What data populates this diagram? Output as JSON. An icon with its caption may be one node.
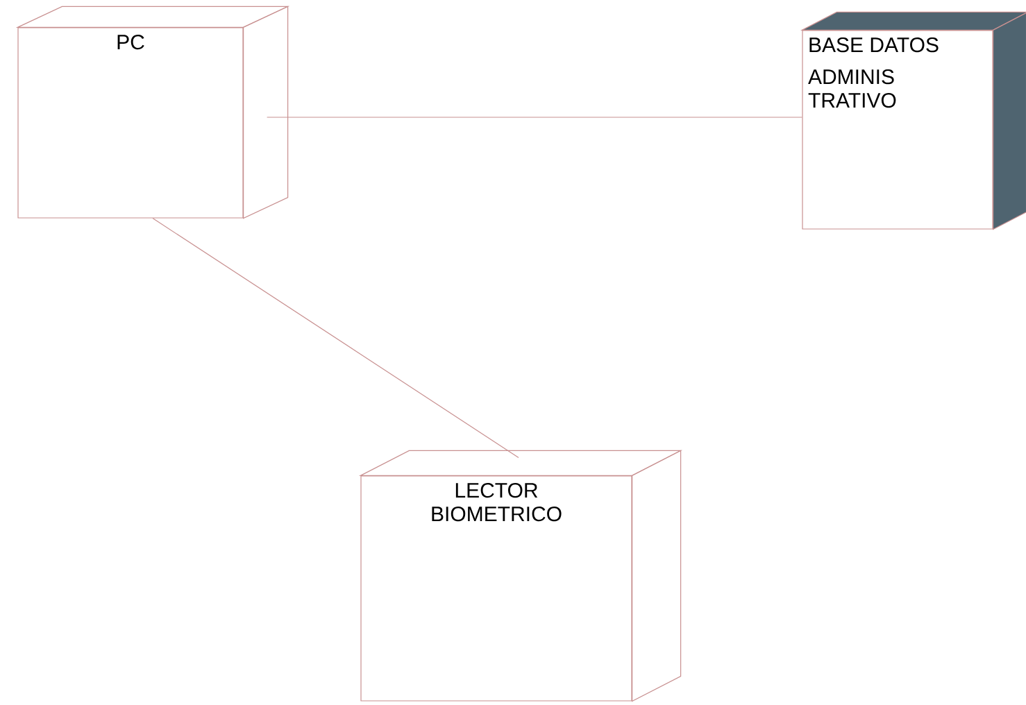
{
  "diagram": {
    "nodes": [
      {
        "text": [
          "PC"
        ]
      },
      {
        "text": [
          "BASE DATOS",
          "ADMINIS TRATIVO"
        ]
      },
      {
        "text": [
          "LECTOR BIOMETRICO"
        ]
      }
    ],
    "edges": [
      {
        "from": 0,
        "to": 1,
        "arrow": "none"
      },
      {
        "from": 0,
        "to": 2,
        "arrow": "none"
      }
    ]
  }
}
